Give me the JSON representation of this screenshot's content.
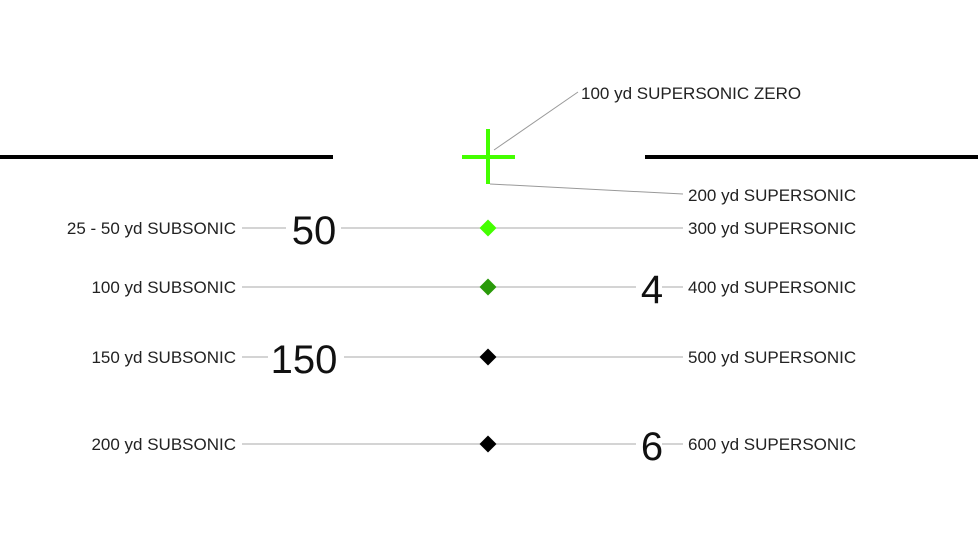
{
  "colors": {
    "crosshair": "#44ff00",
    "dot_300": "#44ff00",
    "dot_400": "#2a9a0a",
    "dot_500": "#000000",
    "dot_600": "#000000",
    "horizon": "#000000"
  },
  "annotations": {
    "top": "100 yd SUPERSONIC ZERO",
    "center": "200 yd SUPERSONIC"
  },
  "rows": [
    {
      "left": "25 - 50 yd SUBSONIC",
      "marker": "50",
      "right": "300 yd SUPERSONIC"
    },
    {
      "left": "100 yd SUBSONIC",
      "marker": "4",
      "right": "400 yd SUPERSONIC"
    },
    {
      "left": "150 yd SUBSONIC",
      "marker": "150",
      "right": "500 yd SUPERSONIC"
    },
    {
      "left": "200 yd SUBSONIC",
      "marker": "6",
      "right": "600 yd SUPERSONIC"
    }
  ]
}
